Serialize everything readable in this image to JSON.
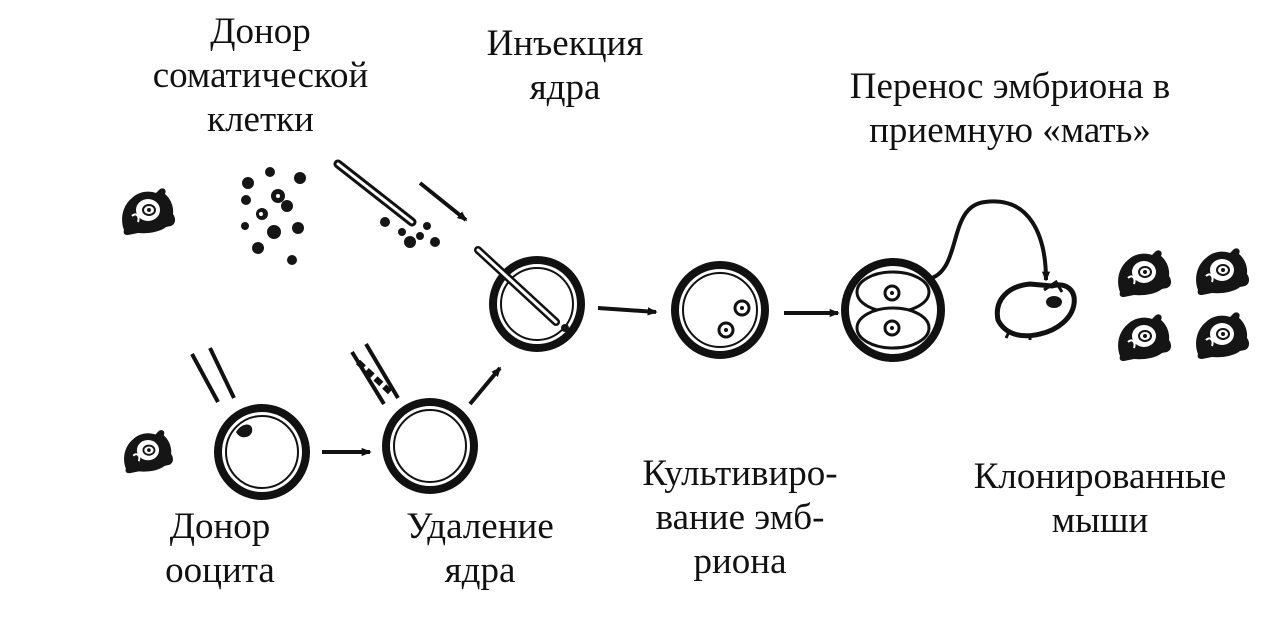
{
  "labels": {
    "somatic_donor": [
      "Донор",
      "соматической",
      "клетки"
    ],
    "nucleus_injection": [
      "Инъекция",
      "ядра"
    ],
    "embryo_transfer": [
      "Перенос эмбриона в",
      "приемную «мать»"
    ],
    "oocyte_donor": [
      "Донор",
      "ооцита"
    ],
    "enucleation": [
      "Удаление",
      "ядра"
    ],
    "embryo_culture": [
      "Культивиро-",
      "вание эмб-",
      "риона"
    ],
    "cloned_mice": [
      "Клонированные",
      "мыши"
    ]
  },
  "colors": {
    "ink": "#111111",
    "background": "#ffffff"
  }
}
